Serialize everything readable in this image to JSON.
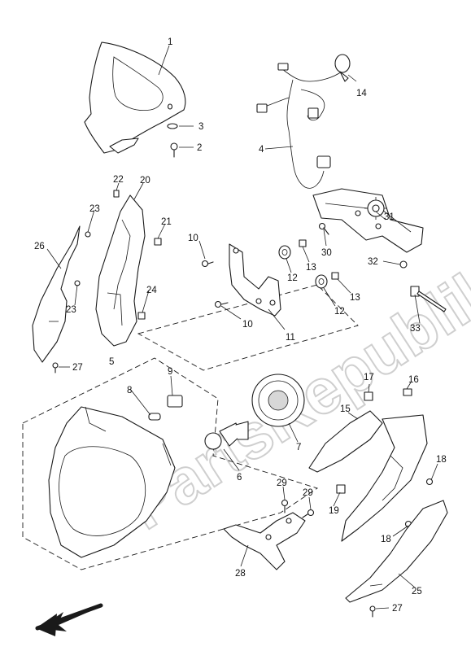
{
  "watermark": "PartsRepublik",
  "callouts": {
    "c1": "1",
    "c2": "2",
    "c3": "3",
    "c4": "4",
    "c5": "5",
    "c6": "6",
    "c7": "7",
    "c8": "8",
    "c9": "9",
    "c10a": "10",
    "c10b": "10",
    "c11": "11",
    "c12a": "12",
    "c12b": "12",
    "c13a": "13",
    "c13b": "13",
    "c14": "14",
    "c15": "15",
    "c16": "16",
    "c17": "17",
    "c18a": "18",
    "c18b": "18",
    "c19": "19",
    "c20": "20",
    "c21": "21",
    "c22": "22",
    "c23a": "23",
    "c23b": "23",
    "c24": "24",
    "c25": "25",
    "c26": "26",
    "c27a": "27",
    "c27b": "27",
    "c28": "28",
    "c29a": "29",
    "c29b": "29",
    "c30": "30",
    "c31": "31",
    "c32": "32",
    "c33": "33"
  },
  "icons": {
    "gear": "gear-icon",
    "direction_arrow": "direction-arrow-icon"
  }
}
